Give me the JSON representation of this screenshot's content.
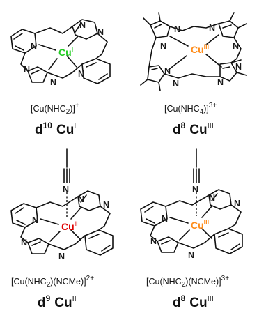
{
  "panels": [
    {
      "metal_symbol": "Cu",
      "oxidation_label": "I",
      "metal_color": "#22cc22",
      "formula_main": "[Cu(NHC",
      "formula_sub": "2",
      "formula_tail": ")]",
      "formula_charge": "+",
      "config_d": "d",
      "config_count": "10",
      "config_metal": "Cu",
      "config_ox": "I"
    },
    {
      "metal_symbol": "Cu",
      "oxidation_label": "III",
      "metal_color": "#ff8c1a",
      "formula_main": "[Cu(NHC",
      "formula_sub": "4",
      "formula_tail": ")]",
      "formula_charge": "3+",
      "config_d": "d",
      "config_count": "8",
      "config_metal": "Cu",
      "config_ox": "III"
    },
    {
      "metal_symbol": "Cu",
      "oxidation_label": "II",
      "metal_color": "#e00000",
      "formula_main": "[Cu(NHC",
      "formula_sub": "2",
      "formula_tail": ")(NCMe)]",
      "formula_charge": "2+",
      "config_d": "d",
      "config_count": "9",
      "config_metal": "Cu",
      "config_ox": "II"
    },
    {
      "metal_symbol": "Cu",
      "oxidation_label": "III",
      "metal_color": "#ff8c1a",
      "formula_main": "[Cu(NHC",
      "formula_sub": "2",
      "formula_tail": ")(NCMe)]",
      "formula_charge": "3+",
      "config_d": "d",
      "config_count": "8",
      "config_metal": "Cu",
      "config_ox": "III"
    }
  ],
  "atom_nitrogen": "N"
}
